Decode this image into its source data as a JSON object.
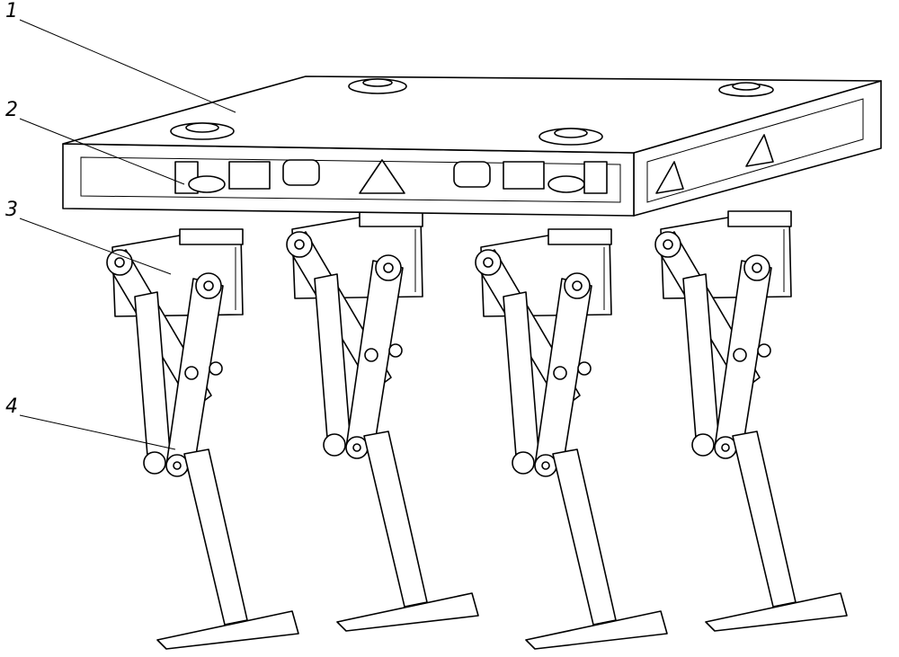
{
  "figure": {
    "part_labels": [
      {
        "number": "1",
        "part": "body-platform"
      },
      {
        "number": "2",
        "part": "drive-motor-assembly"
      },
      {
        "number": "3",
        "part": "hip-linkage"
      },
      {
        "number": "4",
        "part": "leg"
      }
    ]
  }
}
